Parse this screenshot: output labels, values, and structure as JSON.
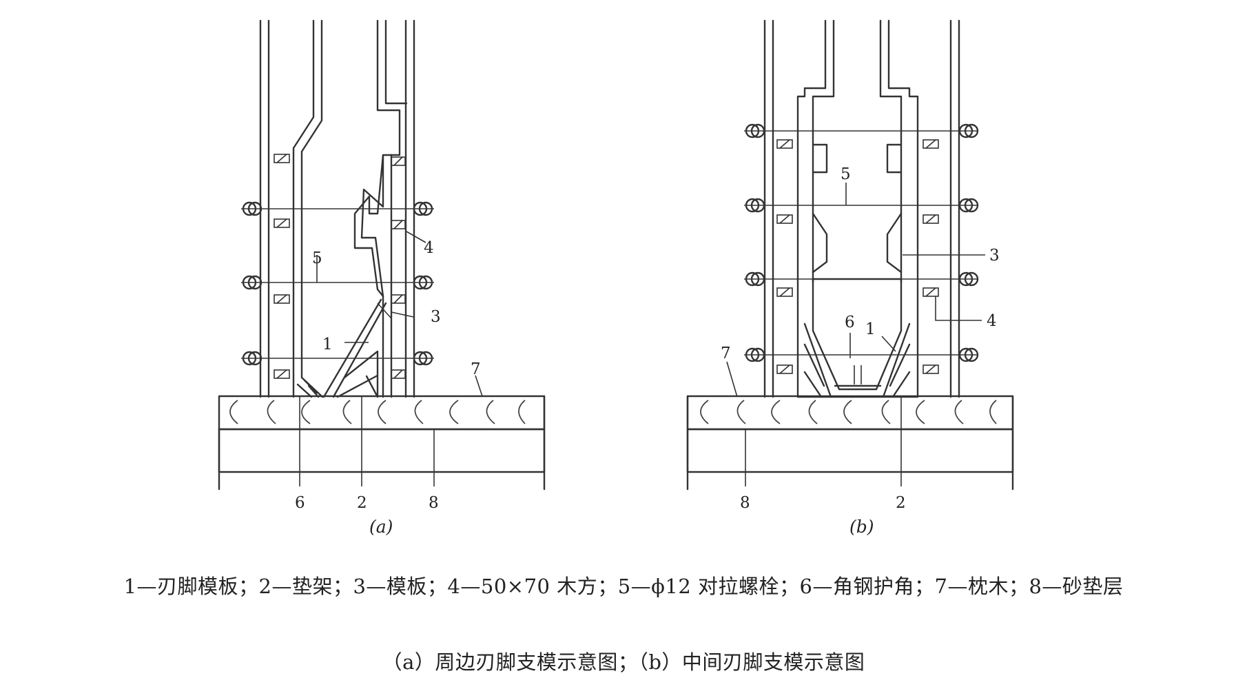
{
  "figure_a": {
    "sublabel": "(a)",
    "callouts": [
      "1",
      "2",
      "3",
      "4",
      "5",
      "6",
      "7",
      "8"
    ]
  },
  "figure_b": {
    "sublabel": "(b)",
    "callouts": [
      "1",
      "2",
      "3",
      "4",
      "5",
      "6",
      "7",
      "8"
    ]
  },
  "legend": "1—刃脚模板；2—垫架；3—模板；4—50×70 木方；5—ϕ12 对拉螺栓；6—角钢护角；7—枕木；8—砂垫层",
  "caption": "（a）周边刃脚支模示意图；（b）中间刃脚支模示意图"
}
